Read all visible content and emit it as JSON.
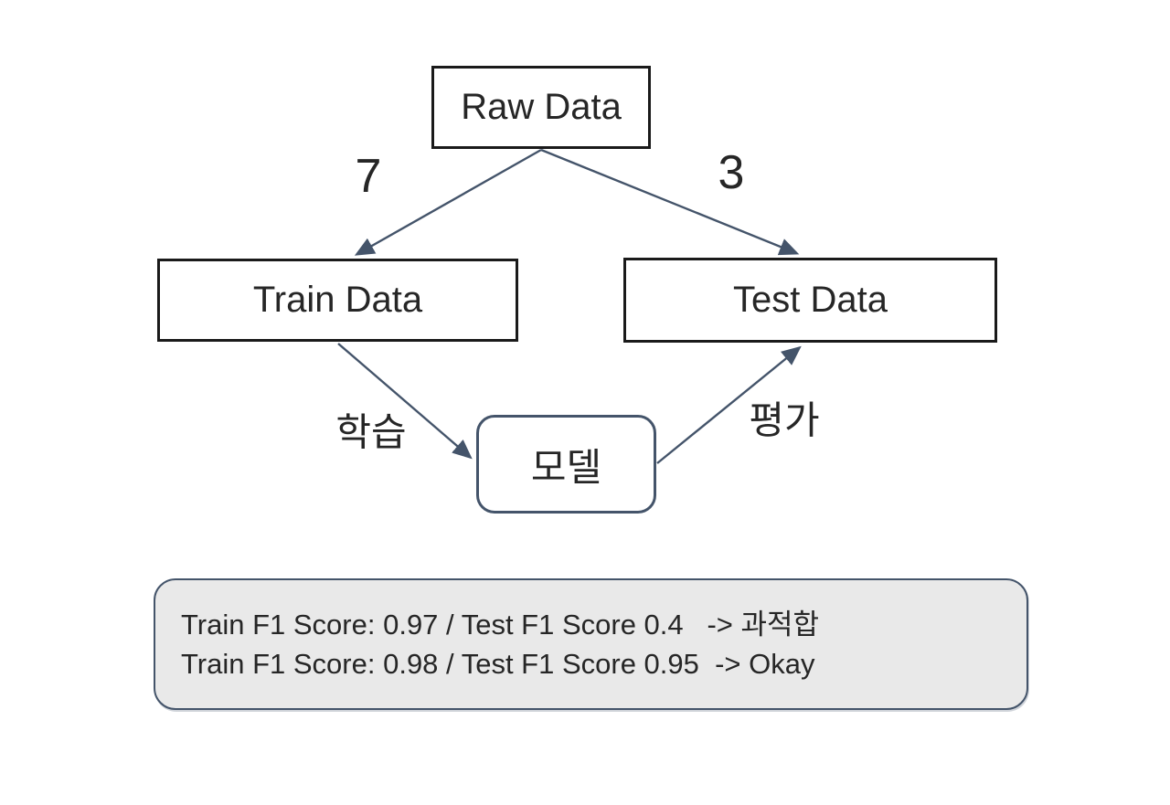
{
  "diagram": {
    "nodes": {
      "raw_data": {
        "label": "Raw Data"
      },
      "train_data": {
        "label": "Train Data"
      },
      "test_data": {
        "label": "Test Data"
      },
      "model": {
        "label": "모델"
      }
    },
    "edge_labels": {
      "split_train": "7",
      "split_test": "3",
      "train_edge": "학습",
      "eval_edge": "평가"
    },
    "result_box": {
      "lines": [
        "Train F1 Score: 0.97 / Test F1 Score 0.4   -> 과적합",
        "Train F1 Score: 0.98 / Test F1 Score 0.95  -> Okay"
      ]
    },
    "colors": {
      "connector": "#44546A",
      "box_border": "#1a1a1a",
      "result_fill": "#e9e9e9",
      "text": "#262626"
    }
  }
}
